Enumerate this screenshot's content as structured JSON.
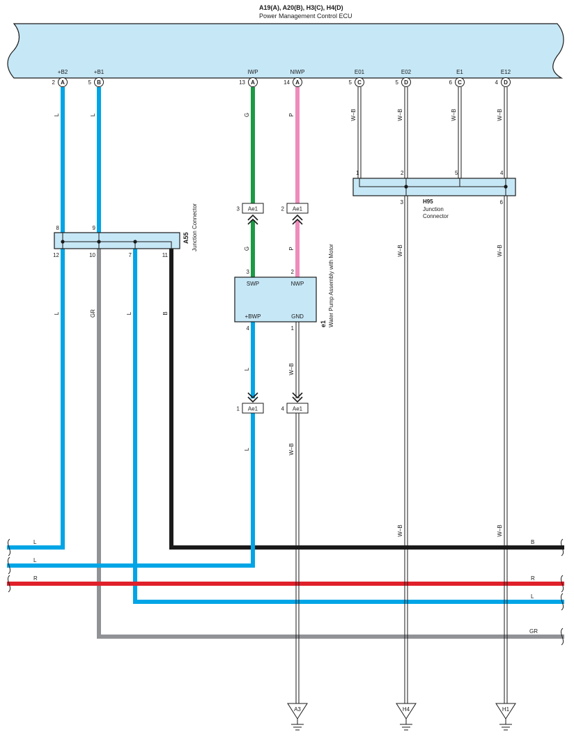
{
  "ecu": {
    "title": "A19(A), A20(B), H3(C), H4(D)",
    "name": "Power Management Control ECU",
    "terminals": [
      {
        "label": "+B2",
        "pin": "2",
        "conn": "A"
      },
      {
        "label": "+B1",
        "pin": "5",
        "conn": "B"
      },
      {
        "label": "IWP",
        "pin": "13",
        "conn": "A"
      },
      {
        "label": "NIWP",
        "pin": "14",
        "conn": "A"
      },
      {
        "label": "E01",
        "pin": "5",
        "conn": "C"
      },
      {
        "label": "E02",
        "pin": "5",
        "conn": "D"
      },
      {
        "label": "E1",
        "pin": "6",
        "conn": "C"
      },
      {
        "label": "E12",
        "pin": "4",
        "conn": "D"
      }
    ]
  },
  "a55": {
    "id": "A55",
    "name": "Junction Connector",
    "top_pins": [
      "8",
      "9"
    ],
    "bottom_pins": [
      "12",
      "10",
      "7",
      "11"
    ]
  },
  "h95": {
    "id": "H95",
    "name1": "Junction",
    "name2": "Connector",
    "top_pins": [
      "1",
      "2",
      "5",
      "4"
    ],
    "bottom_pins": [
      "3",
      "6"
    ]
  },
  "pump": {
    "id": "e1",
    "name": "Water Pump Assembly with Motor",
    "terminals": {
      "swp": "SWP",
      "nwp": "NWP",
      "bwp": "+BWP",
      "gnd": "GND"
    },
    "pins": {
      "swp": "3",
      "nwp": "2",
      "bwp": "4",
      "gnd": "1"
    }
  },
  "inline_connectors": [
    {
      "code": "Ae1",
      "pin": "3"
    },
    {
      "code": "Ae1",
      "pin": "2"
    },
    {
      "code": "Ae1",
      "pin": "1"
    },
    {
      "code": "Ae1",
      "pin": "4"
    }
  ],
  "grounds": [
    "A3",
    "H4",
    "H1"
  ],
  "wire_colors": {
    "L": "L",
    "G": "G",
    "P": "P",
    "WB": "W–B",
    "GR": "GR",
    "B": "B",
    "R": "R"
  },
  "colors": {
    "ecu_fill": "#c6e7f6",
    "blue": "#00a5e6",
    "green": "#1c9a45",
    "pink": "#ee8cba",
    "red": "#e0202a",
    "gray": "#909296",
    "black": "#1a1a1a"
  }
}
